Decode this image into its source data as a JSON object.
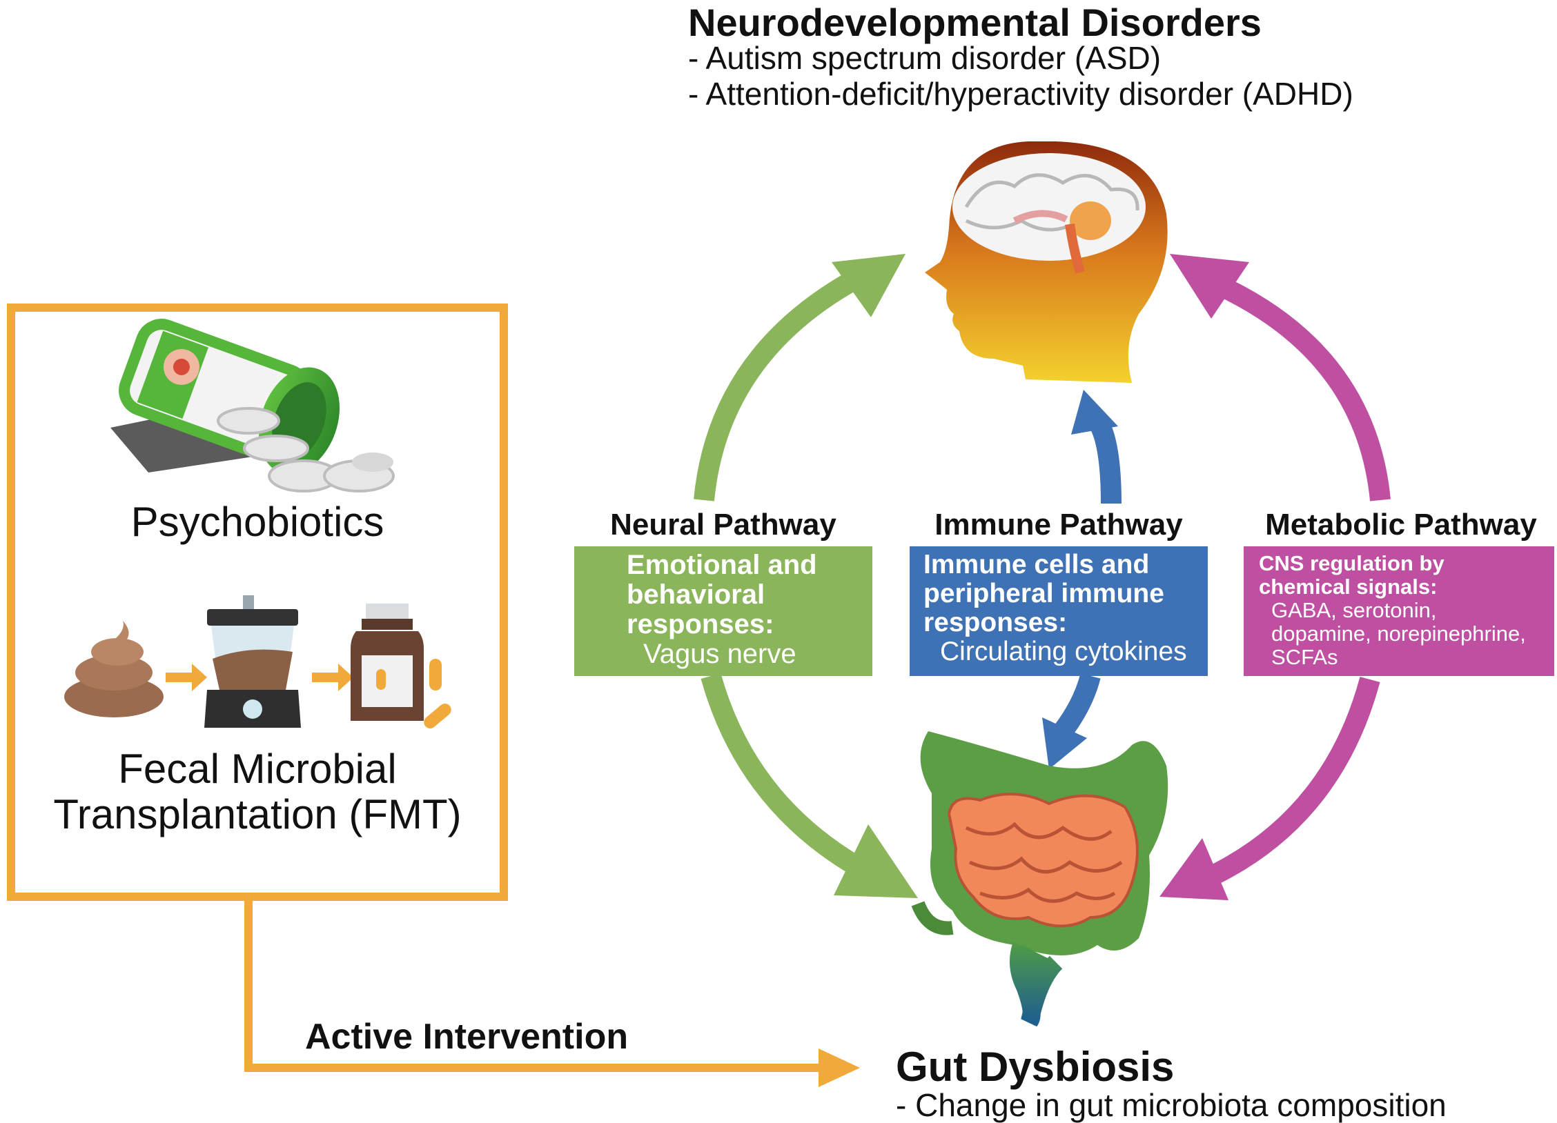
{
  "top": {
    "title": "Neurodevelopmental Disorders",
    "items": [
      "- Autism spectrum disorder (ASD)",
      "- Attention-deficit/hyperactivity disorder (ADHD)"
    ]
  },
  "bottom": {
    "title": "Gut Dysbiosis",
    "items": [
      "- Change in gut microbiota composition"
    ]
  },
  "pathways": {
    "neural": {
      "title": "Neural Pathway",
      "heading": [
        "Emotional and",
        "behavioral",
        "responses:"
      ],
      "detail": [
        "Vagus nerve"
      ],
      "color": "#8ab55a"
    },
    "immune": {
      "title": "Immune Pathway",
      "heading": [
        "Immune cells and",
        "peripheral immune",
        "responses:"
      ],
      "detail": [
        "Circulating cytokines"
      ],
      "color": "#3f72b5"
    },
    "metabolic": {
      "title": "Metabolic Pathway",
      "heading": [
        "CNS regulation by",
        "chemical signals:"
      ],
      "detail": [
        "GABA, serotonin,",
        "dopamine, norepinephrine,",
        "SCFAs"
      ],
      "color": "#bf4fa0"
    }
  },
  "interventions": {
    "psychobiotics": "Psychobiotics",
    "fmt": [
      "Fecal Microbial",
      "Transplantation (FMT)"
    ],
    "arrow_label": "Active Intervention",
    "color": "#f2a93b"
  },
  "icons": [
    "pill-bottle-icon",
    "stool-icon",
    "blender-icon",
    "capsule-bottle-icon",
    "brain-head-icon",
    "intestine-icon"
  ]
}
